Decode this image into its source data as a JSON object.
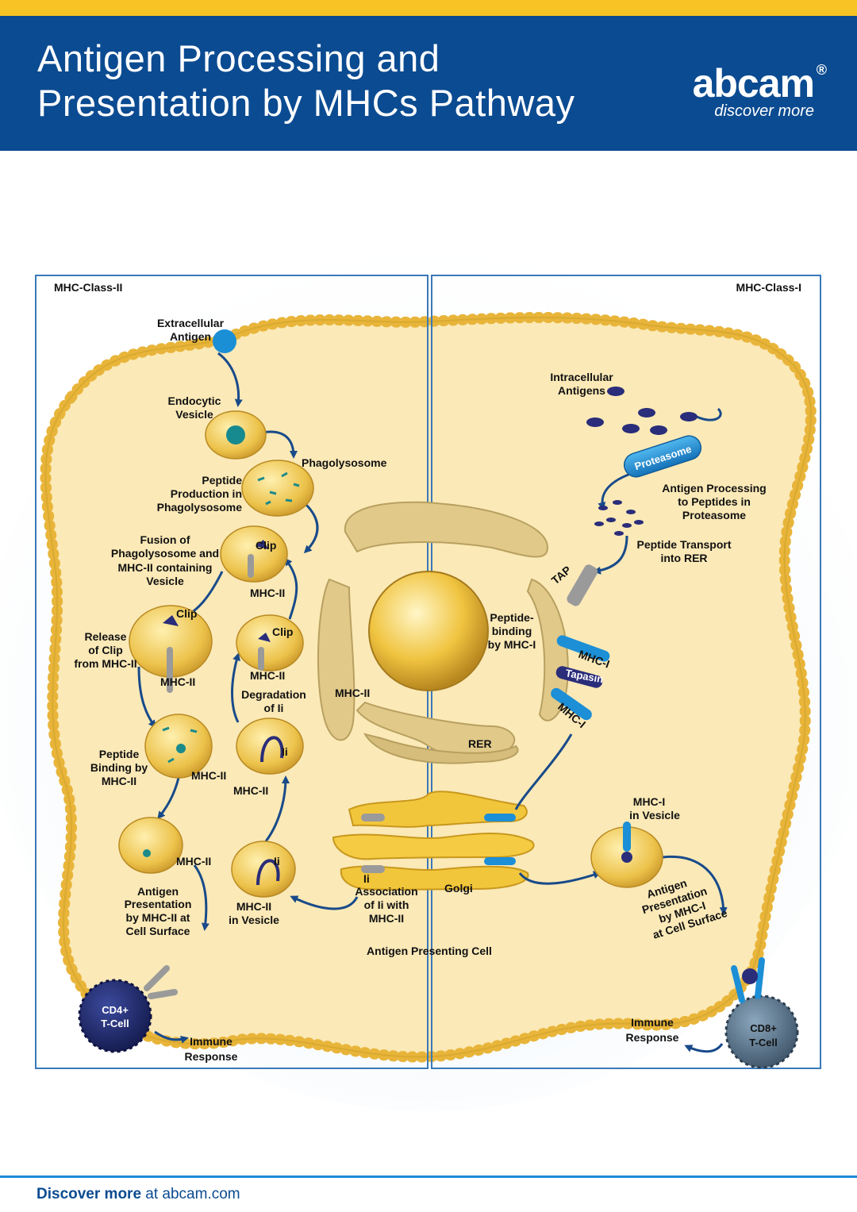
{
  "header": {
    "title_line1": "Antigen Processing and",
    "title_line2": "Presentation by MHCs Pathway",
    "brand": "abcam",
    "brand_reg": "®",
    "tagline": "discover more"
  },
  "footer": {
    "bold": "Discover more",
    "rest": " at abcam.com"
  },
  "colors": {
    "header_blue": "#0b4b91",
    "top_stripe": "#f7c325",
    "cell_fill": "#fbe9b7",
    "membrane": "#e8b53a",
    "arrow": "#184a8a",
    "mhc_blue": "#1c8fd6"
  },
  "diagram": {
    "panel_left": "MHC-Class-II",
    "panel_right": "MHC-Class-I",
    "labels": {
      "extracellular_1": "Extracellular",
      "extracellular_2": "Antigen",
      "endocytic_1": "Endocytic",
      "endocytic_2": "Vesicle",
      "phagolysosome": "Phagolysosome",
      "peptide_prod_1": "Peptide",
      "peptide_prod_2": "Production in",
      "peptide_prod_3": "Phagolysosome",
      "fusion_1": "Fusion of",
      "fusion_2": "Phagolysosome and",
      "fusion_3": "MHC-II containing",
      "fusion_4": "Vesicle",
      "clip_a": "Clip",
      "clip_b": "Clip",
      "clip_c": "Clip",
      "mhc2_a": "MHC-II",
      "mhc2_b": "MHC-II",
      "mhc2_c": "MHC-II",
      "mhc2_d": "MHC-II",
      "mhc2_e": "MHC-II",
      "mhc2_f": "MHC-II",
      "mhc2_g": "MHC-II",
      "release_1": "Release",
      "release_2": "of Clip",
      "release_3": "from MHC-II",
      "degradation_1": "Degradation",
      "degradation_2": "of Ii",
      "ii_a": "Ii",
      "ii_b": "Ii",
      "ii_c": "Ii",
      "peptide_binding_1": "Peptide",
      "peptide_binding_2": "Binding by",
      "peptide_binding_3": "MHC-II",
      "ap2_1": "Antigen",
      "ap2_2": "Presentation",
      "ap2_3": "by MHC-II at",
      "ap2_4": "Cell Surface",
      "mhc2_vesicle_1": "MHC-II",
      "mhc2_vesicle_2": "in Vesicle",
      "assoc_1": "Association",
      "assoc_2": "of Ii with",
      "assoc_3": "MHC-II",
      "golgi": "Golgi",
      "rer": "RER",
      "apc": "Antigen Presenting Cell",
      "cd4_1": "CD4+",
      "cd4_2": "T-Cell",
      "immune_left_1": "Immune",
      "immune_left_2": "Response",
      "intracellular_1": "Intracellular",
      "intracellular_2": "Antigens",
      "proteasome": "Proteasome",
      "processing_1": "Antigen Processing",
      "processing_2": "to Peptides in",
      "processing_3": "Proteasome",
      "transport_1": "Peptide Transport",
      "transport_2": "into RER",
      "tap": "TAP",
      "pbind_1": "Peptide-",
      "pbind_2": "binding",
      "pbind_3": "by MHC-I",
      "mhc1_a": "MHC-I",
      "mhc1_b": "MHC-I",
      "tapasin": "Tapasin",
      "mhc1_vesicle_1": "MHC-I",
      "mhc1_vesicle_2": "in Vesicle",
      "ap1_1": "Antigen",
      "ap1_2": "Presentation",
      "ap1_3": "by MHC-I",
      "ap1_4": "at Cell Surface",
      "immune_right_1": "Immune",
      "immune_right_2": "Response",
      "cd8_1": "CD8+",
      "cd8_2": "T-Cell"
    }
  }
}
